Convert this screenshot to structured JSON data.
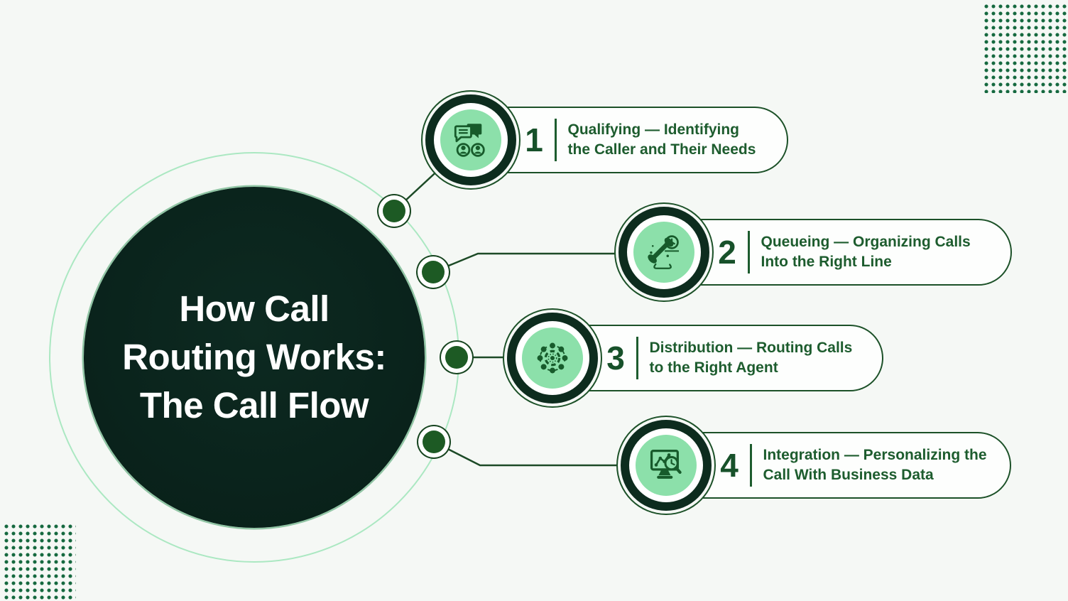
{
  "title": {
    "lines": [
      "How Call",
      "Routing Works:",
      "The Call Flow"
    ]
  },
  "steps": [
    {
      "number": "1",
      "icon": "chat-users-icon",
      "label_line1": "Qualifying — Identifying",
      "label_line2": "the Caller and Their Needs"
    },
    {
      "number": "2",
      "icon": "phone-clock-icon",
      "label_line1": "Queueing — Organizing Calls",
      "label_line2": "Into the Right Line"
    },
    {
      "number": "3",
      "icon": "distribution-network-icon",
      "label_line1": "Distribution — Routing Calls",
      "label_line2": "to the Right Agent"
    },
    {
      "number": "4",
      "icon": "monitor-analytics-icon",
      "label_line1": "Integration — Personalizing the",
      "label_line2": "Call With Business Data"
    }
  ],
  "colors": {
    "background": "#f5f8f5",
    "main_circle": "#0a231c",
    "title_text": "#ffffff",
    "step_text": "#1d5c2e",
    "icon_background": "#8ce0aa",
    "pill_border": "#1c5128",
    "orbit_ring": "#abe8c2",
    "node_dot": "#1d5a24",
    "connector_line": "#1c4a26",
    "corner_dots": "#15693f"
  }
}
